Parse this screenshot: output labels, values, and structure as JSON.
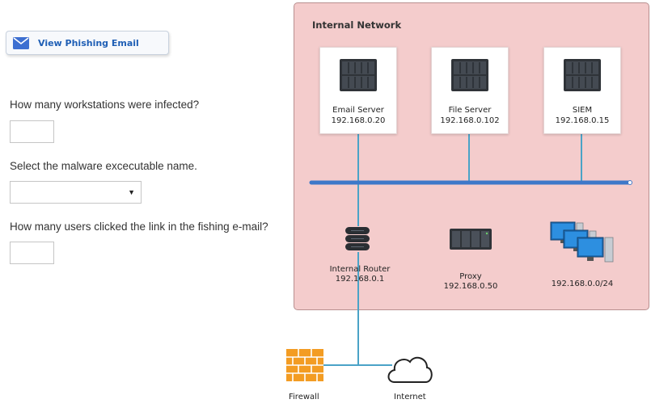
{
  "phishing_button": {
    "label": "View Phishing Email",
    "icon": "mail-icon"
  },
  "questions": [
    {
      "text": "How many workstations were infected?",
      "value": ""
    },
    {
      "text": "Select the malware excecutable name.",
      "selected": ""
    },
    {
      "text": "How many users clicked the link in the fishing e-mail?",
      "value": ""
    }
  ],
  "network": {
    "title": "Internal Network",
    "servers": [
      {
        "name": "Email Server",
        "ip": "192.168.0.20",
        "icon": "server-icon"
      },
      {
        "name": "File Server",
        "ip": "192.168.0.102",
        "icon": "server-icon"
      },
      {
        "name": "SIEM",
        "ip": "192.168.0.15",
        "icon": "server-icon"
      }
    ],
    "router": {
      "name": "Internal Router",
      "ip": "192.168.0.1",
      "icon": "router-icon"
    },
    "proxy": {
      "name": "Proxy",
      "ip": "192.168.0.50",
      "icon": "proxy-icon"
    },
    "workstations": {
      "subnet": "192.168.0.0/24",
      "icon": "workstations-icon"
    }
  },
  "external": {
    "firewall": {
      "name": "Firewall",
      "icon": "firewall-icon"
    },
    "internet": {
      "name": "Internet",
      "icon": "cloud-icon"
    }
  },
  "colors": {
    "network_bg": "#f4cccc",
    "bus_line": "#3d78c9",
    "link_line": "#4aa3c7",
    "button_text": "#1f5fb5",
    "firewall": "#f39c23"
  }
}
